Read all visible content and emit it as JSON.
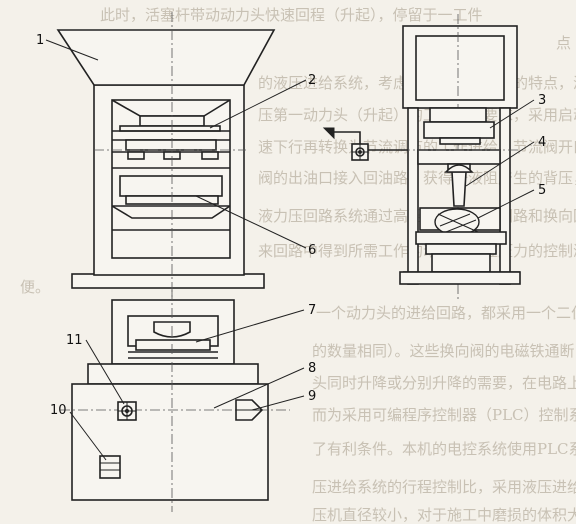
{
  "background_text": [
    "此时，活塞杆带动动力头快速回程（升起），停留于一工件",
    "点",
    "的液压进给系统，考虑了组合机床加工的特点，满足执行",
    "压第一动力头（升起）的工作循环要求，采用启动动力头完",
    "速下行再转换为节流调节的工作进给，节流阀开口度通过节流",
    "阀的出油口接入回油路，获得一液阻产生的背压，从而改善和提高",
    "液力压回路系统通过高压回路调低压回路和换向回路设置",
    "来回路中得到所需工作的动力头对应压力的控制液压，此外回",
    "便。",
    "一个动力头的进给回路，都采用一个二位四通电磁阀控制",
    "的数量相同）。这些换向阀的电磁铁通断电由电气控制，又可",
    "头同时升降或分别升降的需要，在电路上，由于液压装置换向",
    "而为采用可编程序控制器（PLC）控制系统进行程序控制与操",
    "了有利条件。本机的电控系统使用PLC系统。",
    "压进给系统的行程控制比，采用液压进给系统的整机。",
    "压机直径较小，对于施工中磨损的体积大大而减小动力"
  ],
  "labels": {
    "l1": "1",
    "l2": "2",
    "l3": "3",
    "l4": "4",
    "l5": "5",
    "l6": "6",
    "l7": "7",
    "l8": "8",
    "l9": "9",
    "l10": "10",
    "l11": "11"
  }
}
